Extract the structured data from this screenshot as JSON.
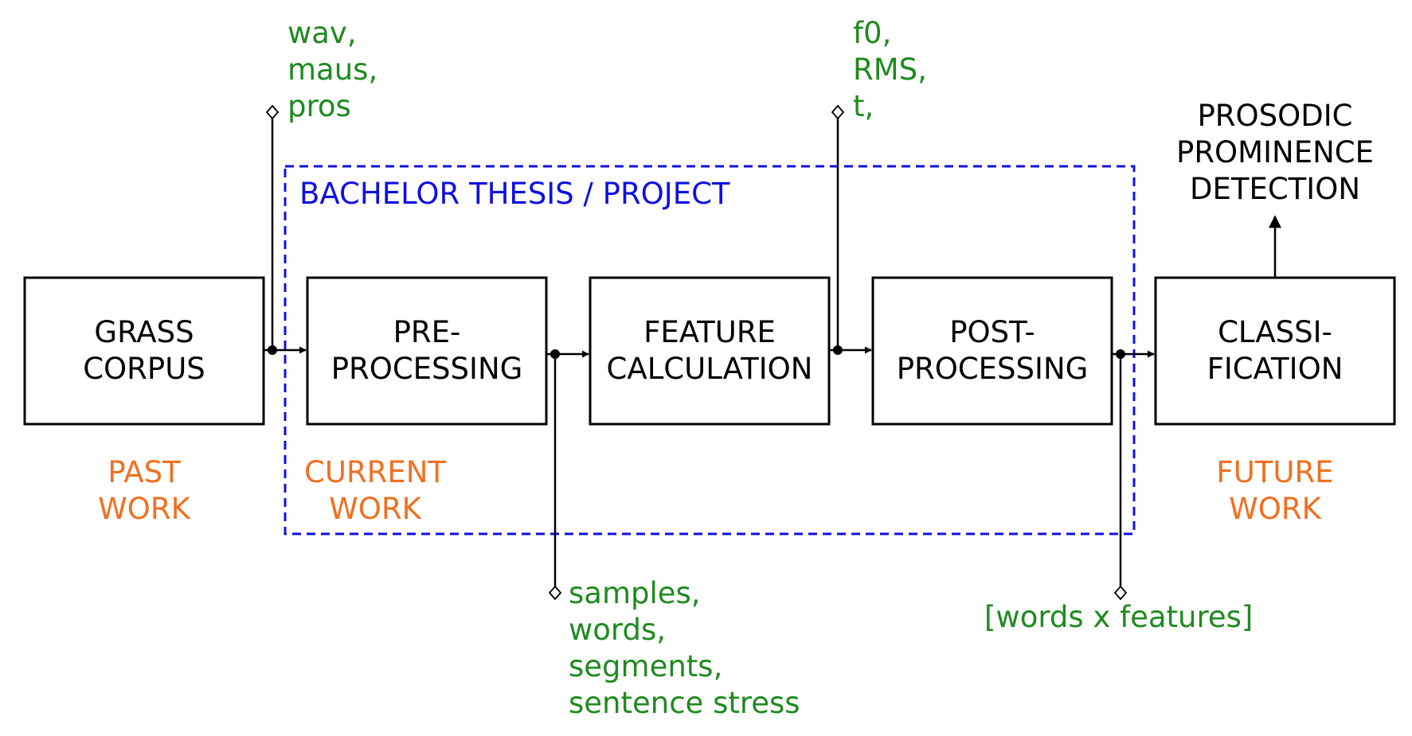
{
  "boxes": {
    "corpus": "GRASS\nCORPUS",
    "preprocessing": "PRE-\nPROCESSING",
    "feature_calc": "FEATURE\nCALCULATION",
    "postprocessing": "POST-\nPROCESSING",
    "classification": "CLASSI-\nFICATION"
  },
  "outputs": {
    "prominence": "PROSODIC\nPROMINENCE\nDETECTION"
  },
  "region": {
    "title": "BACHELOR THESIS / PROJECT"
  },
  "phases": {
    "past": "PAST\nWORK",
    "current": "CURRENT\nWORK",
    "future": "FUTURE\nWORK"
  },
  "data_notes": {
    "corpus_out": "wav,\nmaus,\npros",
    "pre_out": "samples,\nwords,\nsegments,\nsentence stress",
    "feature_out": "f0,\nRMS,\nt,",
    "post_out": "[words x features]"
  },
  "colors": {
    "box_stroke": "#000000",
    "data_note": "#1f8a1f",
    "phase_label": "#f07020",
    "region": "#1010e0"
  }
}
